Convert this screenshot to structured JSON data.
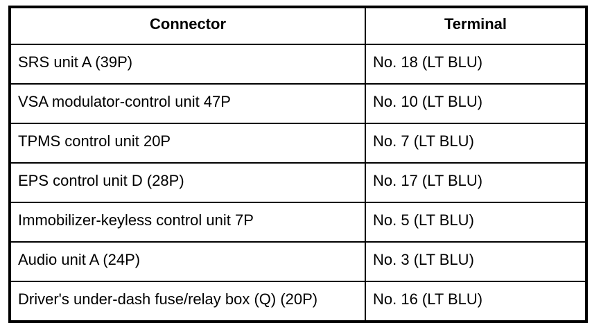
{
  "table": {
    "columns": [
      {
        "label": "Connector"
      },
      {
        "label": "Terminal"
      }
    ],
    "rows": [
      {
        "connector": "SRS unit A (39P)",
        "terminal": "No. 18 (LT BLU)"
      },
      {
        "connector": "VSA modulator-control unit 47P",
        "terminal": "No. 10 (LT BLU)"
      },
      {
        "connector": "TPMS control unit 20P",
        "terminal": "No. 7 (LT BLU)"
      },
      {
        "connector": "EPS control unit D (28P)",
        "terminal": "No. 17 (LT BLU)"
      },
      {
        "connector": "Immobilizer-keyless control unit 7P",
        "terminal": "No. 5 (LT BLU)"
      },
      {
        "connector": "Audio unit A (24P)",
        "terminal": "No. 3 (LT BLU)"
      },
      {
        "connector": "Driver's under-dash fuse/relay box (Q) (20P)",
        "terminal": "No. 16 (LT BLU)"
      }
    ]
  },
  "colors": {
    "border": "#000000",
    "text": "#000000",
    "background": "#ffffff"
  }
}
